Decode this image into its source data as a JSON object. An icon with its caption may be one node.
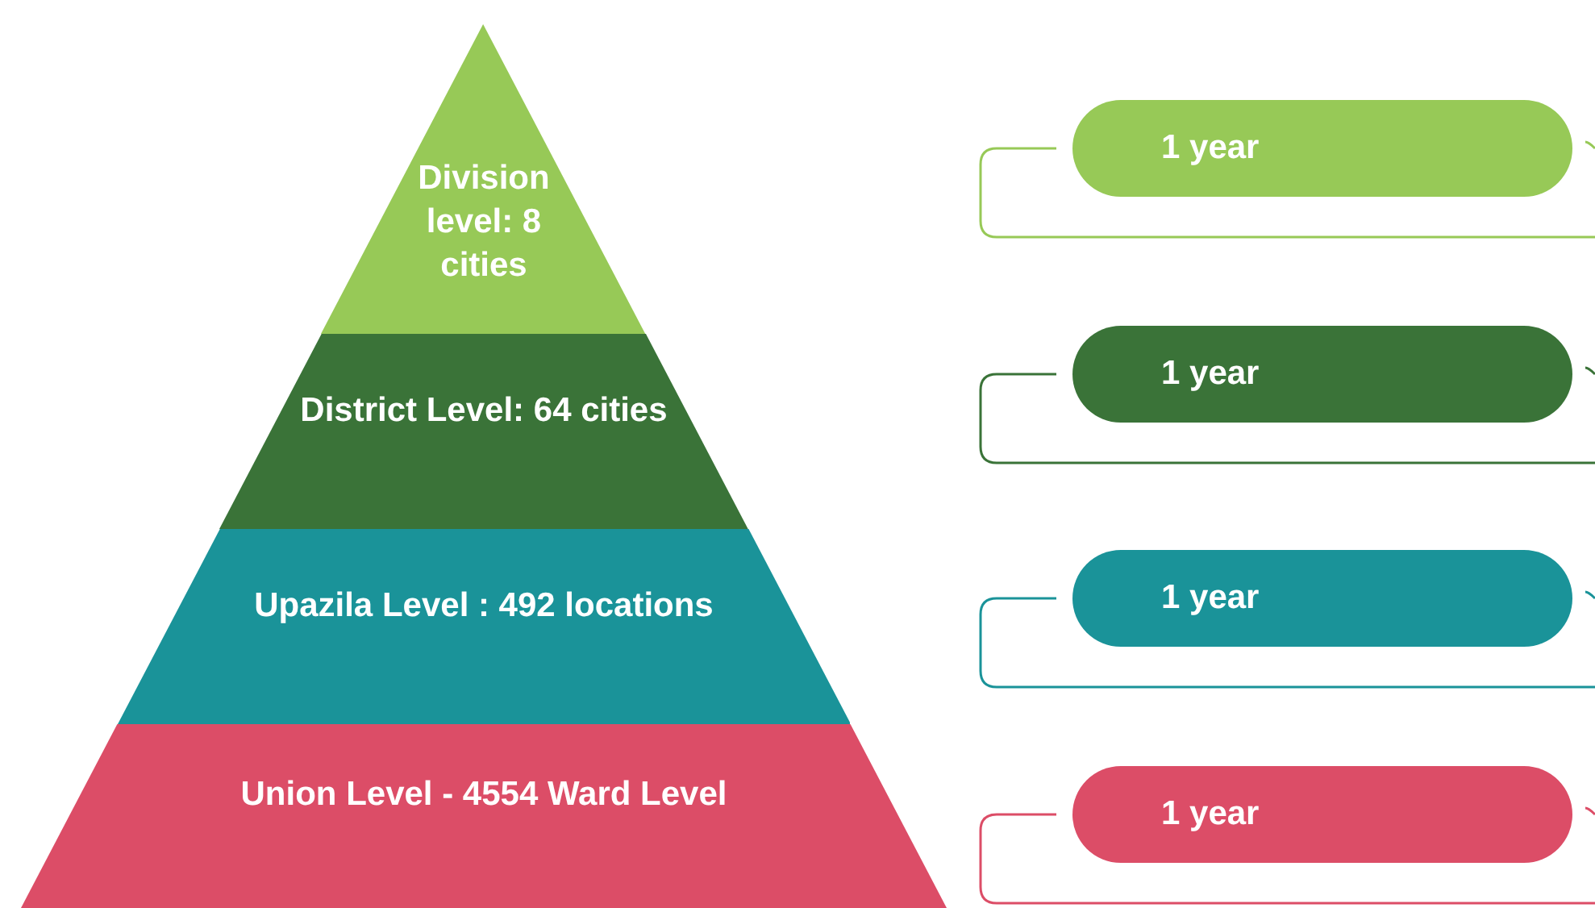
{
  "diagram": {
    "nodes": [
      {
        "text": [
          "Division level: 8 cities"
        ]
      },
      {
        "text": [
          "District Level: 64 cities"
        ]
      },
      {
        "text": [
          "Upazila Level : 492 locations"
        ]
      },
      {
        "text": [
          "Union Level - 4554 Ward Level"
        ]
      },
      {
        "text": [
          "1 year"
        ]
      },
      {
        "text": [
          "1 year"
        ]
      },
      {
        "text": [
          "1 year"
        ]
      },
      {
        "text": [
          "1 year"
        ]
      }
    ],
    "edges": []
  }
}
